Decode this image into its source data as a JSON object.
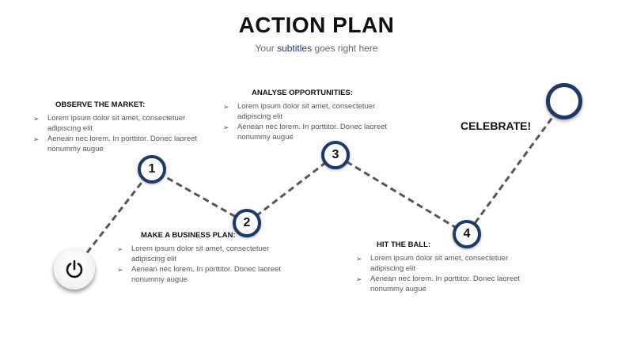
{
  "header": {
    "title": "ACTION PLAN",
    "subtitle_pre": "Your ",
    "subtitle_accent": "subtitles",
    "subtitle_post": " goes right here"
  },
  "steps": [
    {
      "number": "1",
      "heading": "OBSERVE THE MARKET:",
      "bullets": [
        "Lorem ipsum dolor sit amet, consectetuer adipiscing elit",
        "Aenean nec lorem. In porttitor. Donec laoreet nonummy augue"
      ]
    },
    {
      "number": "2",
      "heading": "MAKE A BUSINESS PLAN:",
      "bullets": [
        "Lorem ipsum dolor sit amet, consectetuer adipiscing elit",
        "Aenean nec lorem. In porttitor. Donec laoreet nonummy augue"
      ]
    },
    {
      "number": "3",
      "heading": "ANALYSE OPPORTUNITIES:",
      "bullets": [
        "Lorem ipsum dolor sit amet, consectetuer adipiscing elit",
        "Aenean nec lorem. In porttitor. Donec laoreet nonummy augue"
      ]
    },
    {
      "number": "4",
      "heading": "HIT THE BALL:",
      "bullets": [
        "Lorem ipsum dolor sit amet, consectetuer adipiscing elit",
        "Aenean nec lorem. In porttitor. Donec laoreet nonummy augue"
      ]
    }
  ],
  "finish": {
    "label": "CELEBRATE!"
  },
  "icons": {
    "start": "power-icon",
    "bullet": "arrowhead-bullet-icon"
  },
  "colors": {
    "node_ring": "#1f3864",
    "path": "#555555",
    "accent_text": "#1f3864"
  }
}
